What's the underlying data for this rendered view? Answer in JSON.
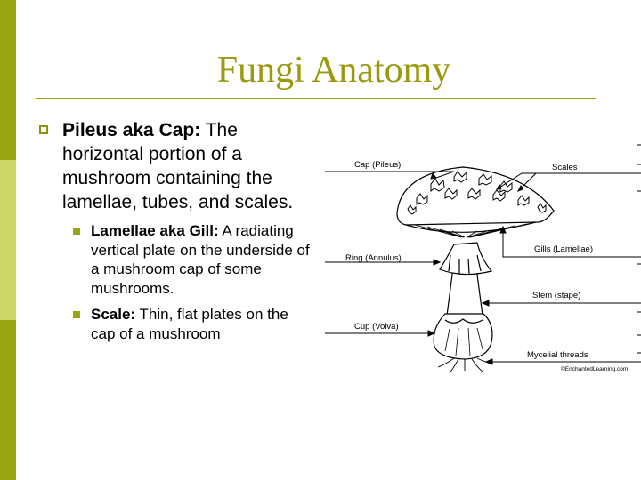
{
  "slide": {
    "title": "Fungi Anatomy",
    "accent_color": "#9aa513",
    "title_color": "#9a9a10"
  },
  "bullets": {
    "main": {
      "term": "Pileus aka Cap:",
      "text": " The horizontal portion of a mushroom containing the lamellae, tubes, and scales."
    },
    "sub": [
      {
        "term": "Lamellae aka Gill:",
        "text": " A radiating vertical plate on the underside of a mushroom cap of some mushrooms."
      },
      {
        "term": "Scale:",
        "text": " Thin, flat plates on the cap of a mushroom"
      }
    ]
  },
  "diagram": {
    "labels": {
      "cap": "Cap (Pileus)",
      "scales": "Scales",
      "ring": "Ring (Annulus)",
      "gills": "Gills (Lamellae)",
      "stem": "Stem (stape)",
      "cup": "Cup (Volva)",
      "mycelial": "Mycelial threads"
    },
    "credit": "©EnchantedLearning.com"
  }
}
